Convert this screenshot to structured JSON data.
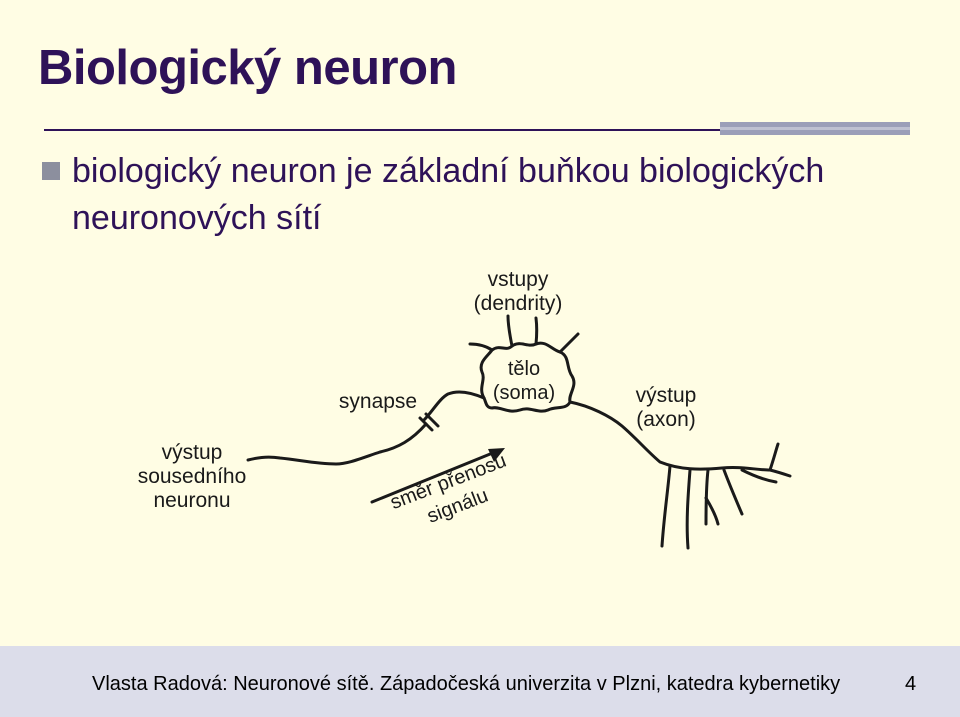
{
  "slide": {
    "title": "Biologický neuron",
    "bullet": "biologický neuron je základní buňkou biologických neuronových sítí"
  },
  "diagram": {
    "inputs_label_1": "vstupy",
    "inputs_label_2": "(dendrity)",
    "soma_label_1": "tělo",
    "soma_label_2": "(soma)",
    "synapse_label": "synapse",
    "axon_label_1": "výstup",
    "axon_label_2": "(axon)",
    "neighbor_label_1": "výstup",
    "neighbor_label_2": "sousedního",
    "neighbor_label_3": "neuronu",
    "direction_label_1": "směr přenosu",
    "direction_label_2": "signálu"
  },
  "footer": {
    "text": "Vlasta Radová: Neuronové sítě. Západočeská univerzita v Plzni, katedra kybernetiky",
    "page_number": "4"
  }
}
